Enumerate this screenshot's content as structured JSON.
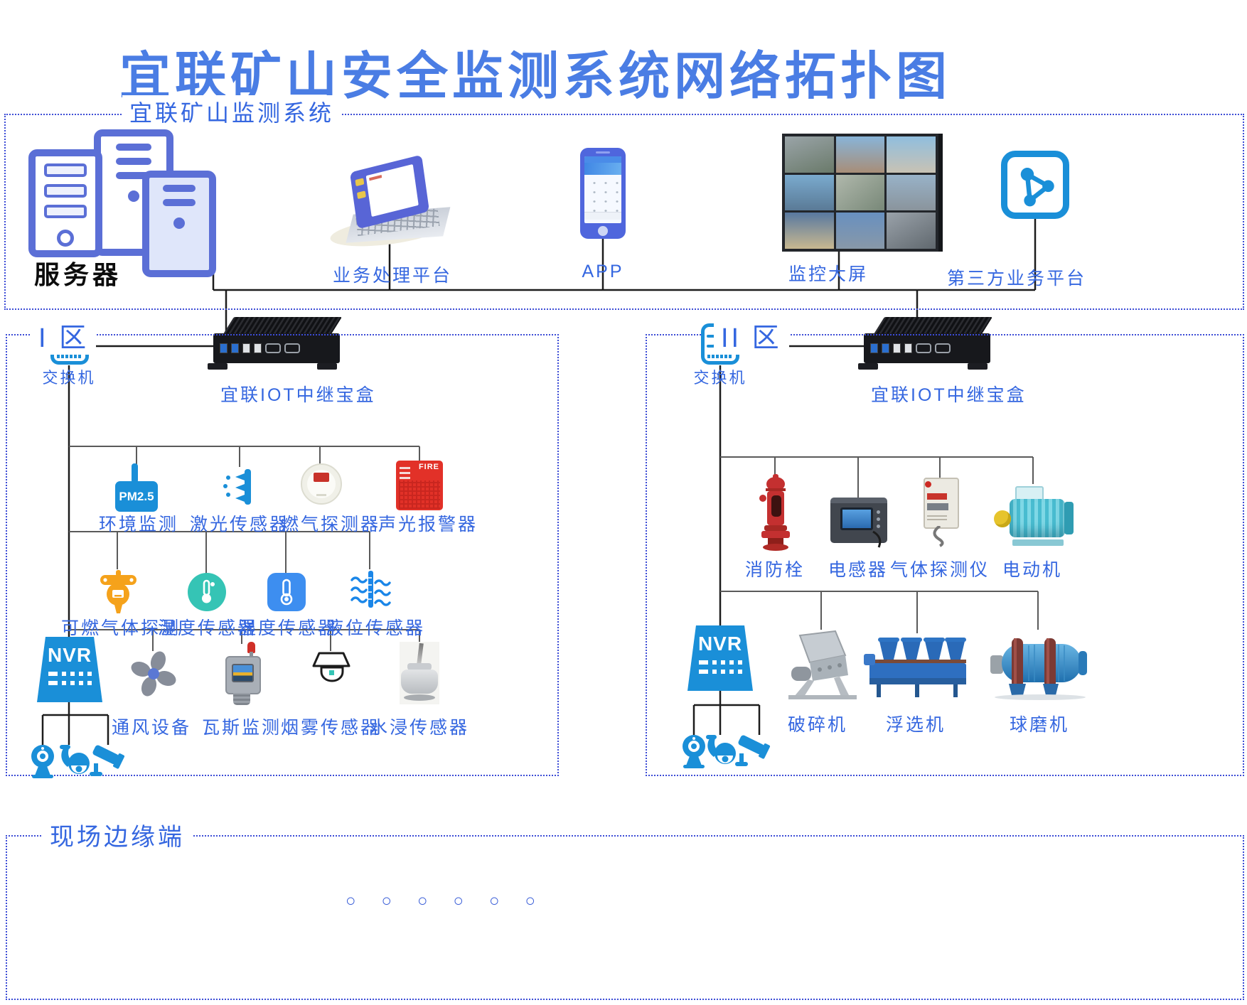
{
  "title": "宜联矿山安全监测系统网络拓扑图",
  "platform": {
    "label": "宜联矿山监测系统",
    "server": "服务器",
    "laptop": "业务处理平台",
    "app": "APP",
    "wall": "监控大屏",
    "third_party": "第三方业务平台"
  },
  "zone1": {
    "label": "I 区",
    "switch": "交换机",
    "iot": "宜联IOT中继宝盒",
    "pm25": "PM2.5",
    "fire": "FIRE",
    "nvr": "NVR",
    "row1": [
      "环境监测",
      "激光传感器",
      "燃气探测器",
      "声光报警器"
    ],
    "row2": [
      "可燃气体探测",
      "湿度传感器",
      "湿度传感器",
      "液位传感器"
    ],
    "row3": [
      "通风设备",
      "瓦斯监测",
      "烟雾传感器",
      "水浸传感器"
    ]
  },
  "zone2": {
    "label": "II 区",
    "switch": "交换机",
    "iot": "宜联IOT中继宝盒",
    "nvr": "NVR",
    "row1": [
      "消防栓",
      "电感器",
      "气体探测仪",
      "电动机"
    ],
    "row2": [
      "破碎机",
      "浮选机",
      "球磨机"
    ]
  },
  "edge": {
    "label": "现场边缘端",
    "dots": "○○○○○○"
  },
  "colors": {
    "title_blue": "#4a7de4",
    "label_blue": "#3567e0",
    "border_blue": "#3c4cd6",
    "device_blue": "#1a8fd8",
    "server_periwinkle": "#5b6fd6",
    "alarm_red": "#e23128",
    "orange": "#f5a21b",
    "teal": "#35c4b5"
  }
}
